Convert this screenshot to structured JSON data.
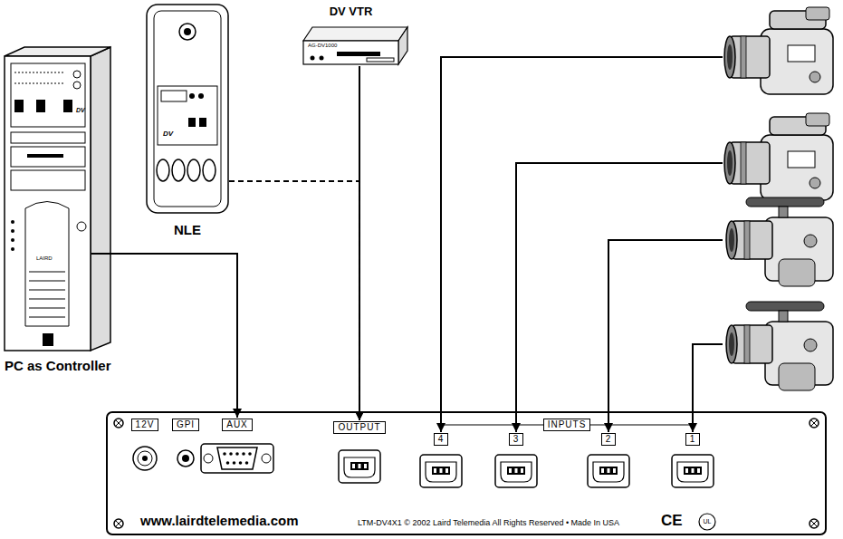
{
  "diagram": {
    "nodes": [
      {
        "text": [
          "PC as Controller"
        ]
      },
      {
        "text": [
          "NLE"
        ]
      },
      {
        "text": [
          "DV VTR",
          "AG-DV1000"
        ]
      },
      {
        "text": [
          "www.lairdtelemedia.com",
          "LTM-DV4X1 © 2002 Laird Telemedia All Rights Reserved • Made In USA"
        ]
      },
      {
        "text": [
          "12V"
        ],
        "in": 3
      },
      {
        "text": [
          "GPI"
        ],
        "in": 3
      },
      {
        "text": [
          "AUX"
        ],
        "in": 3
      },
      {
        "text": [
          "OUTPUT"
        ],
        "in": 3
      },
      {
        "text": [
          "4"
        ],
        "in": 3
      },
      {
        "text": [
          "3"
        ],
        "in": 3
      },
      {
        "text": [
          "2"
        ],
        "in": 3
      },
      {
        "text": [
          "1"
        ],
        "in": 3
      }
    ],
    "edges": [
      {
        "from": 0,
        "to": 6,
        "arrow": "to"
      },
      {
        "from": 1,
        "to": 7,
        "arrow": "to"
      },
      {
        "from": 2,
        "to": 7,
        "arrow": "to"
      }
    ],
    "labels": [
      "INPUTS",
      "CE",
      "UL",
      "LAIRD",
      "DV",
      "DV"
    ]
  }
}
